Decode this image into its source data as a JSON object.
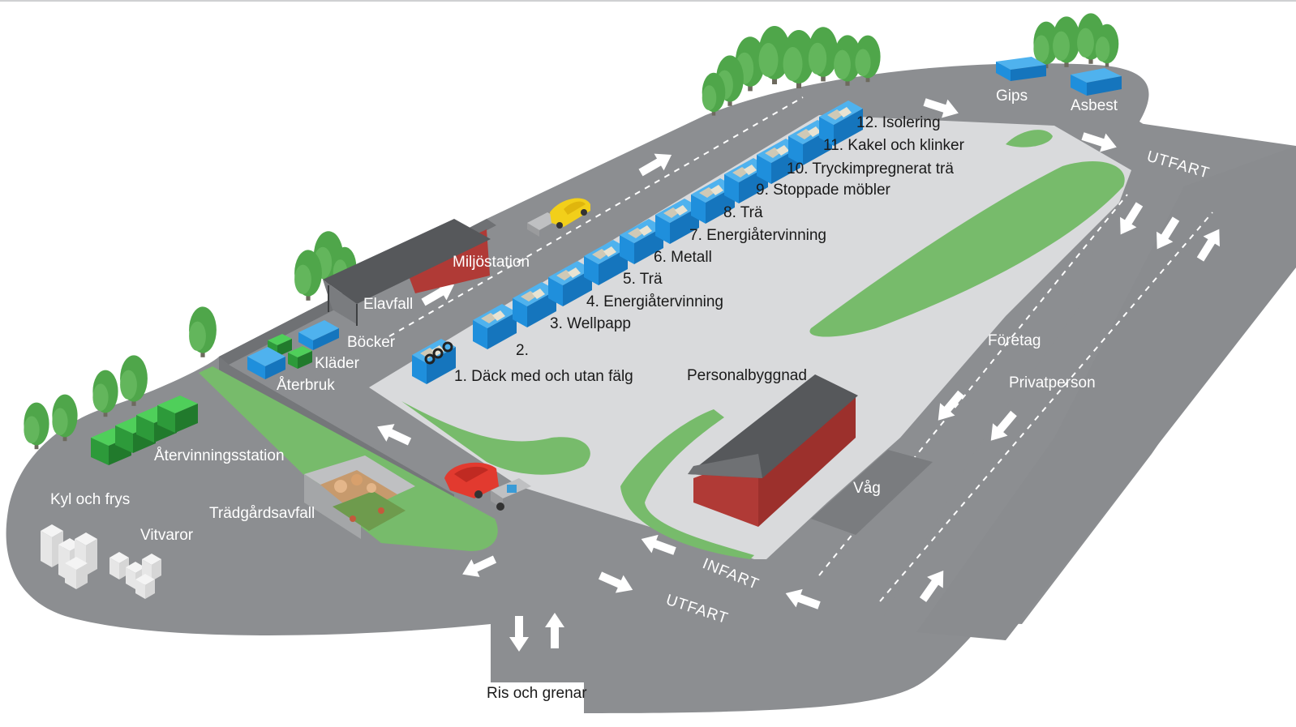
{
  "colors": {
    "road": "#8c8e91",
    "road_dark": "#6f7174",
    "yard": "#d9dadc",
    "grass": "#77bb6b",
    "container_blue": "#1f8fdc",
    "container_green": "#2d9a3a",
    "building_red": "#b03a36",
    "roof_grey": "#56585b",
    "tree_green": "#4fa64a",
    "vehicle_yellow": "#f2cf1a",
    "vehicle_red": "#e23a2f",
    "arrow": "#ffffff"
  },
  "stations": {
    "s1": "1. Däck med och utan fälg",
    "s2": "2.",
    "s3": "3. Wellpapp",
    "s4": "4. Energiåtervinning",
    "s5": "5. Trä",
    "s6": "6. Metall",
    "s7": "7. Energiåtervinning",
    "s8": "8. Trä",
    "s9": "9. Stoppade möbler",
    "s10": "10. Tryckimpregnerat trä",
    "s11": "11. Kakel och klinker",
    "s12": "12. Isolering"
  },
  "areas": {
    "gips": "Gips",
    "asbest": "Asbest",
    "miljostation": "Miljöstation",
    "elavfall": "Elavfall",
    "bocker": "Böcker",
    "klader": "Kläder",
    "aterbruk": "Återbruk",
    "atervinningsstation": "Återvinningsstation",
    "kyl_och_frys": "Kyl och frys",
    "vitvaror": "Vitvaror",
    "tradgardsavfall": "Trädgårdsavfall",
    "personalbyggnad": "Personalbyggnad",
    "vag": "Våg",
    "foretag": "Företag",
    "privatperson": "Privatperson",
    "ris_och_grenar": "Ris och grenar"
  },
  "roads": {
    "utfart_right": "UTFART",
    "infart": "INFART",
    "utfart_bottom": "UTFART"
  }
}
